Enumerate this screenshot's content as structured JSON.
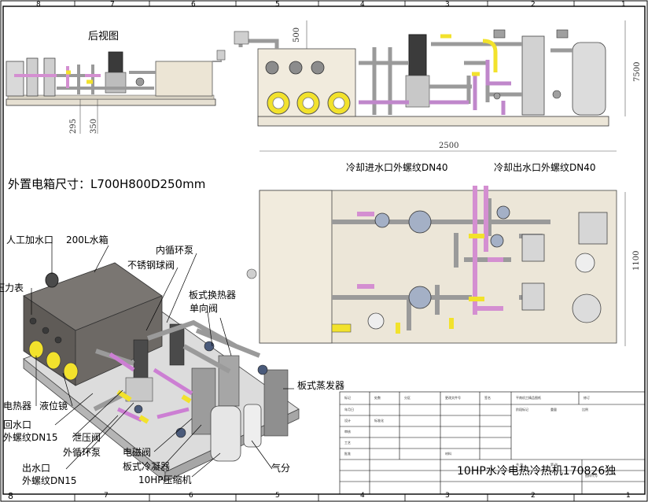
{
  "zones_top": [
    "8",
    "7",
    "6",
    "5",
    "4",
    "3",
    "2",
    "1"
  ],
  "zones_bottom": [
    "8",
    "7",
    "6",
    "5",
    "4",
    "3",
    "2",
    "1"
  ],
  "rear_view_title": "后视图",
  "box_spec": "外置电箱尺寸：L700H800D250mm",
  "dims": {
    "d500": "500",
    "d7500": "7500",
    "d295": "295",
    "d350": "350",
    "d2500": "2500",
    "d1100": "1100"
  },
  "plan_labels": {
    "inlet": "冷却进水口外螺纹DN40",
    "outlet": "冷却出水口外螺纹DN40"
  },
  "iso_labels": {
    "manual_fill": "人工加水口",
    "tank": "200L水箱",
    "inner_pump": "内循环泵",
    "ball_valve": "不锈钢球阀",
    "pressure_gauge": "压力表",
    "plate_hx": "板式换热器",
    "check_valve": "单向阀",
    "heater": "电热器",
    "level_gauge": "液位镜",
    "return_inlet_1": "回水口",
    "return_inlet_2": "外螺纹DN15",
    "relief_valve": "泄压阀",
    "outer_pump": "外循环泵",
    "outlet_1": "出水口",
    "outlet_2": "外螺纹DN15",
    "solenoid": "电磁阀",
    "plate_condenser": "板式冷凝器",
    "compressor": "10HP压缩机",
    "plate_evaporator": "板式蒸发器",
    "separator": "气分"
  },
  "title_block": {
    "main_title": "10HP水冷电热冷热机170826独",
    "small_texts": [
      "标记",
      "处数",
      "分区",
      "更改文件号",
      "签名",
      "年月日",
      "设计",
      "标准化",
      "审核",
      "工艺",
      "批准",
      "阶段标记",
      "重量",
      "比例",
      "共 张",
      "第 张",
      "平南机工精品图纸",
      "修订",
      "材料",
      "图样代号"
    ]
  },
  "colors": {
    "frame": "#000000",
    "pipe_gray": "#a9a9a9",
    "pipe_pink": "#d48fd1",
    "pipe_purple": "#b877c6",
    "fitting_yellow": "#f2e22c",
    "equipment_gray": "#c9c9c9",
    "tank_dark": "#6e6a66",
    "base_beige": "#e9e3d4"
  }
}
